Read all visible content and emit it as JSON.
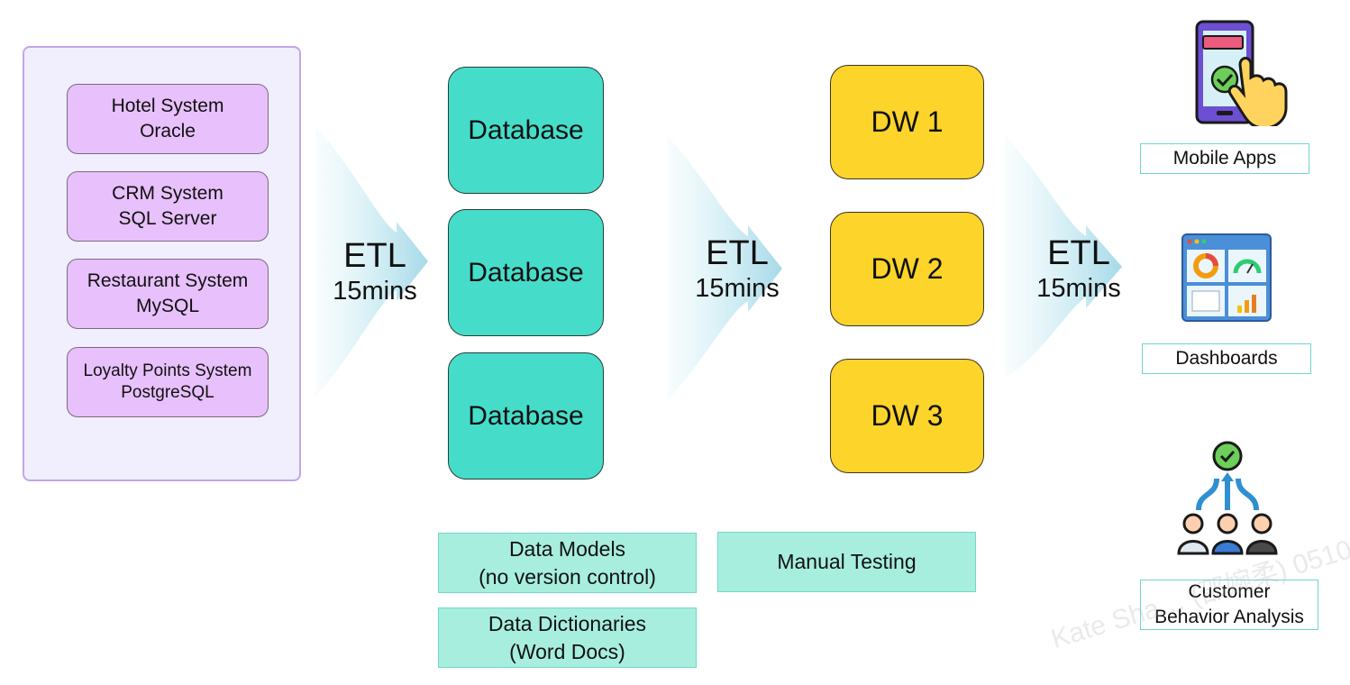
{
  "sources": [
    {
      "line1": "Hotel System",
      "line2": "Oracle"
    },
    {
      "line1": "CRM System",
      "line2": "SQL Server"
    },
    {
      "line1": "Restaurant System",
      "line2": "MySQL"
    },
    {
      "line1": "Loyalty Points System",
      "line2": "PostgreSQL"
    }
  ],
  "etl": [
    {
      "label": "ETL",
      "interval": "15mins"
    },
    {
      "label": "ETL",
      "interval": "15mins"
    },
    {
      "label": "ETL",
      "interval": "15mins"
    }
  ],
  "databases": [
    "Database",
    "Database",
    "Database"
  ],
  "warehouses": [
    "DW 1",
    "DW 2",
    "DW 3"
  ],
  "notes": {
    "data_models": {
      "line1": "Data Models",
      "line2": "(no version control)"
    },
    "data_dictionaries": {
      "line1": "Data Dictionaries",
      "line2": "(Word Docs)"
    },
    "manual_testing": "Manual Testing"
  },
  "consumers": {
    "mobile_apps": "Mobile Apps",
    "dashboards": "Dashboards",
    "customer_behavior": {
      "line1": "Customer",
      "line2": "Behavior Analysis"
    }
  },
  "watermark": "Kate Sha… (邵婉柔) 0510",
  "colors": {
    "source_fill": "#e8c0fb",
    "database_fill": "#45ddca",
    "dw_fill": "#fdd42a",
    "note_fill": "#a7eedf",
    "arrow": "#a8dcea"
  }
}
